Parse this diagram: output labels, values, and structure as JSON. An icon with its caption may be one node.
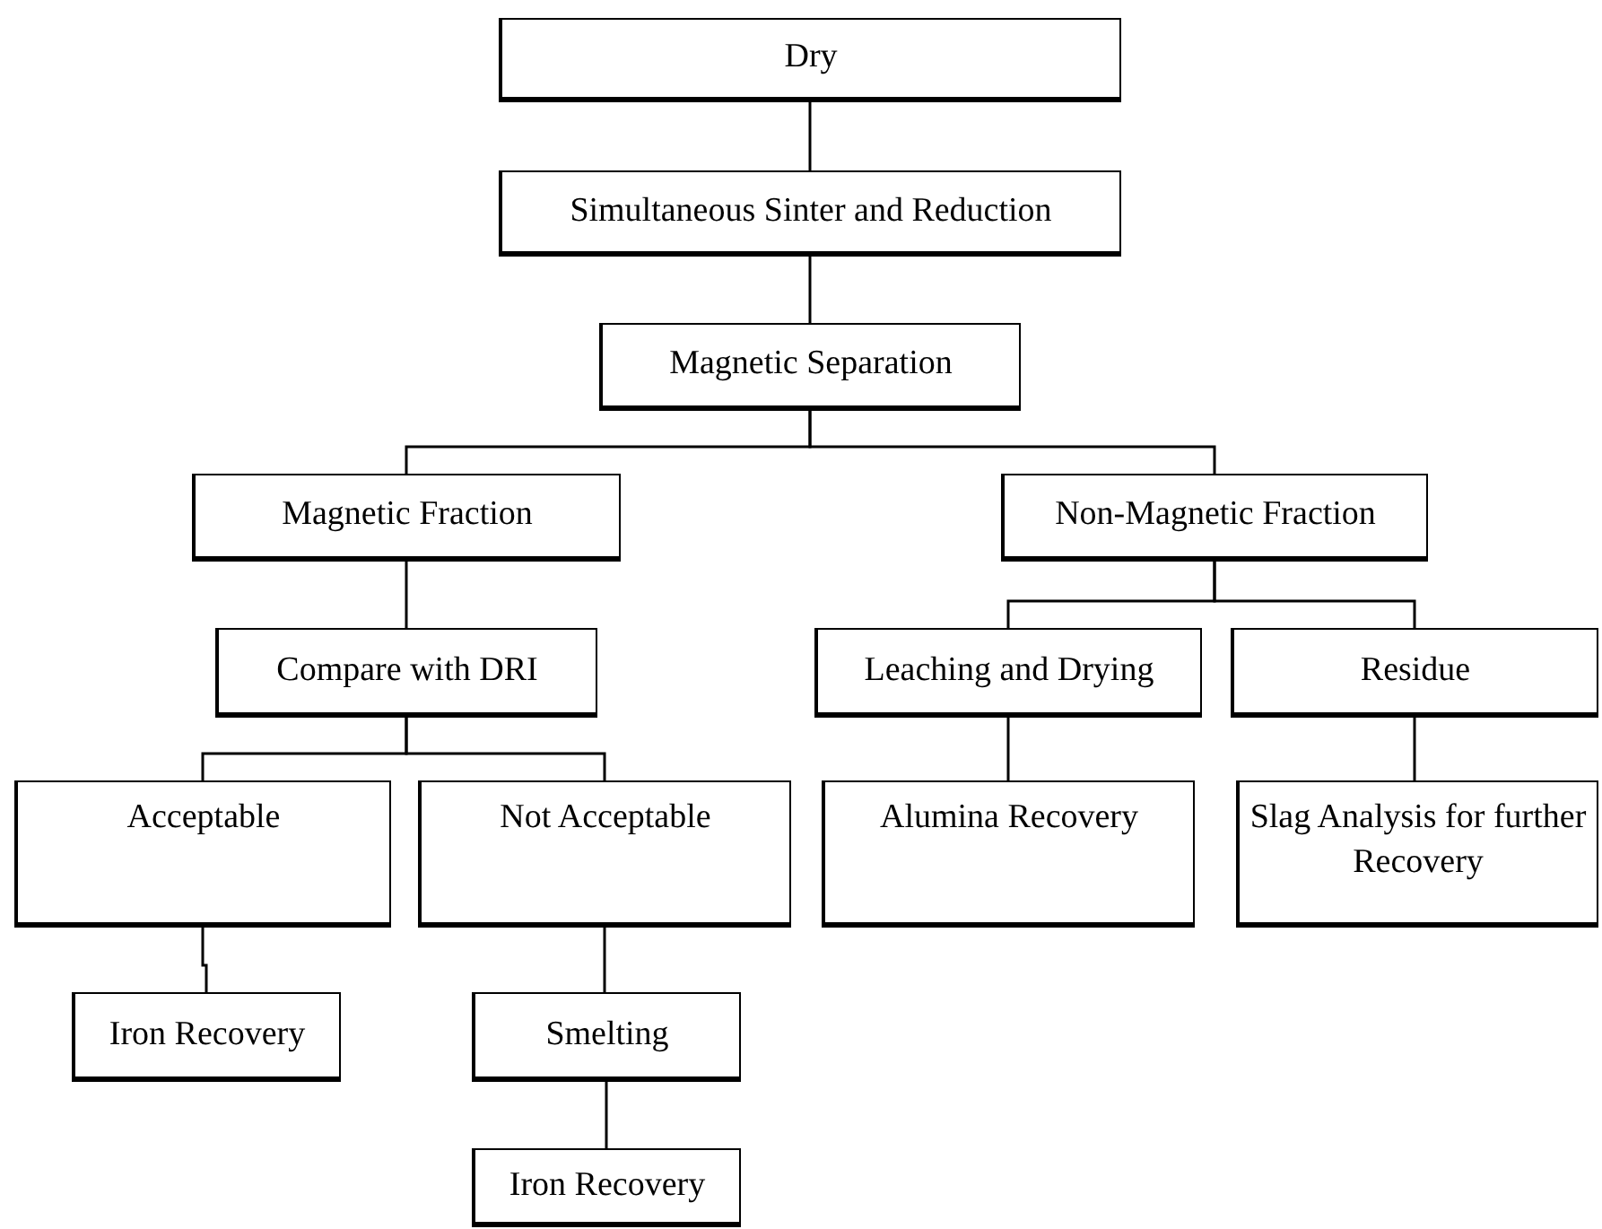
{
  "diagram": {
    "nodes": [
      {
        "text": [
          "Dry"
        ]
      },
      {
        "text": [
          "Simultaneous Sinter and Reduction"
        ]
      },
      {
        "text": [
          "Magnetic Separation"
        ]
      },
      {
        "text": [
          "Magnetic Fraction"
        ]
      },
      {
        "text": [
          "Non-Magnetic Fraction"
        ]
      },
      {
        "text": [
          "Compare with DRI"
        ]
      },
      {
        "text": [
          "Leaching and Drying"
        ]
      },
      {
        "text": [
          "Residue"
        ]
      },
      {
        "text": [
          "Acceptable"
        ]
      },
      {
        "text": [
          "Not Acceptable"
        ]
      },
      {
        "text": [
          "Alumina Recovery"
        ]
      },
      {
        "text": [
          "Slag Analysis for further Recovery"
        ]
      },
      {
        "text": [
          "Iron Recovery"
        ]
      },
      {
        "text": [
          "Smelting"
        ]
      },
      {
        "text": [
          "Iron Recovery"
        ]
      }
    ],
    "edges": [
      {
        "from": 0,
        "to": 1,
        "arrow": "none"
      },
      {
        "from": 1,
        "to": 2,
        "arrow": "none"
      },
      {
        "from": 2,
        "to": 3,
        "arrow": "none"
      },
      {
        "from": 2,
        "to": 4,
        "arrow": "none"
      },
      {
        "from": 3,
        "to": 5,
        "arrow": "none"
      },
      {
        "from": 4,
        "to": 6,
        "arrow": "none"
      },
      {
        "from": 4,
        "to": 7,
        "arrow": "none"
      },
      {
        "from": 5,
        "to": 8,
        "arrow": "none"
      },
      {
        "from": 5,
        "to": 9,
        "arrow": "none"
      },
      {
        "from": 6,
        "to": 10,
        "arrow": "none"
      },
      {
        "from": 7,
        "to": 11,
        "arrow": "none"
      },
      {
        "from": 8,
        "to": 12,
        "arrow": "none"
      },
      {
        "from": 9,
        "to": 13,
        "arrow": "none"
      },
      {
        "from": 13,
        "to": 14,
        "arrow": "none"
      }
    ]
  }
}
